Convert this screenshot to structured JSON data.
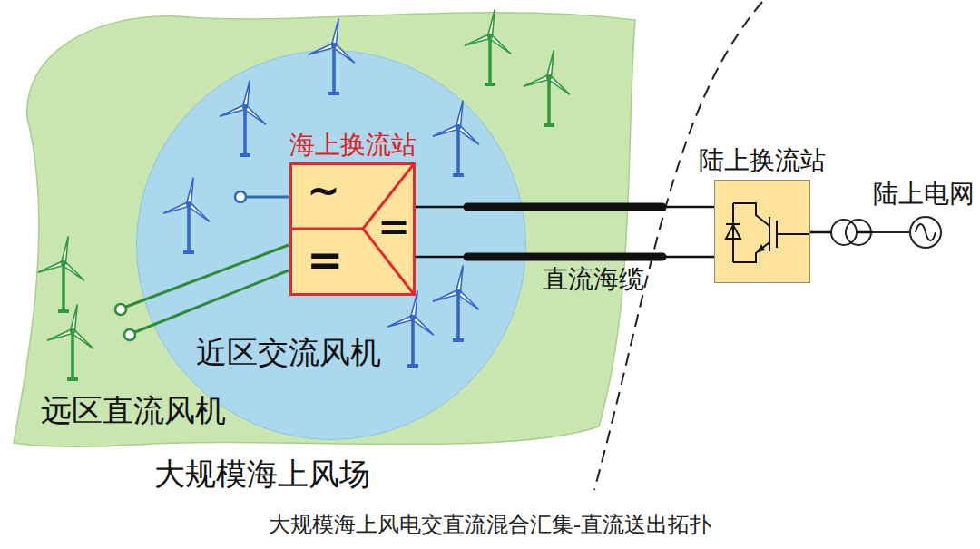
{
  "diagram": {
    "caption": "大规模海上风电交直流混合汇集-直流送出拓扑",
    "nodes": [
      {
        "text": [
          "远区直流风机",
          "大规模海上风场"
        ]
      },
      {
        "text": [
          "近区交流风机"
        ],
        "in": 0
      },
      {
        "text": [
          "海上换流站",
          "~",
          "=",
          "="
        ],
        "in": 1
      },
      {
        "text": [
          "陆上换流站"
        ]
      },
      {
        "text": [
          "陆上电网"
        ]
      }
    ],
    "edges": [
      {
        "from": 2,
        "to": 3,
        "arrow": "none"
      },
      {
        "from": 2,
        "to": 3,
        "arrow": "none",
        "label": "直流海缆"
      },
      {
        "from": 3,
        "to": 4,
        "arrow": "none"
      }
    ]
  }
}
